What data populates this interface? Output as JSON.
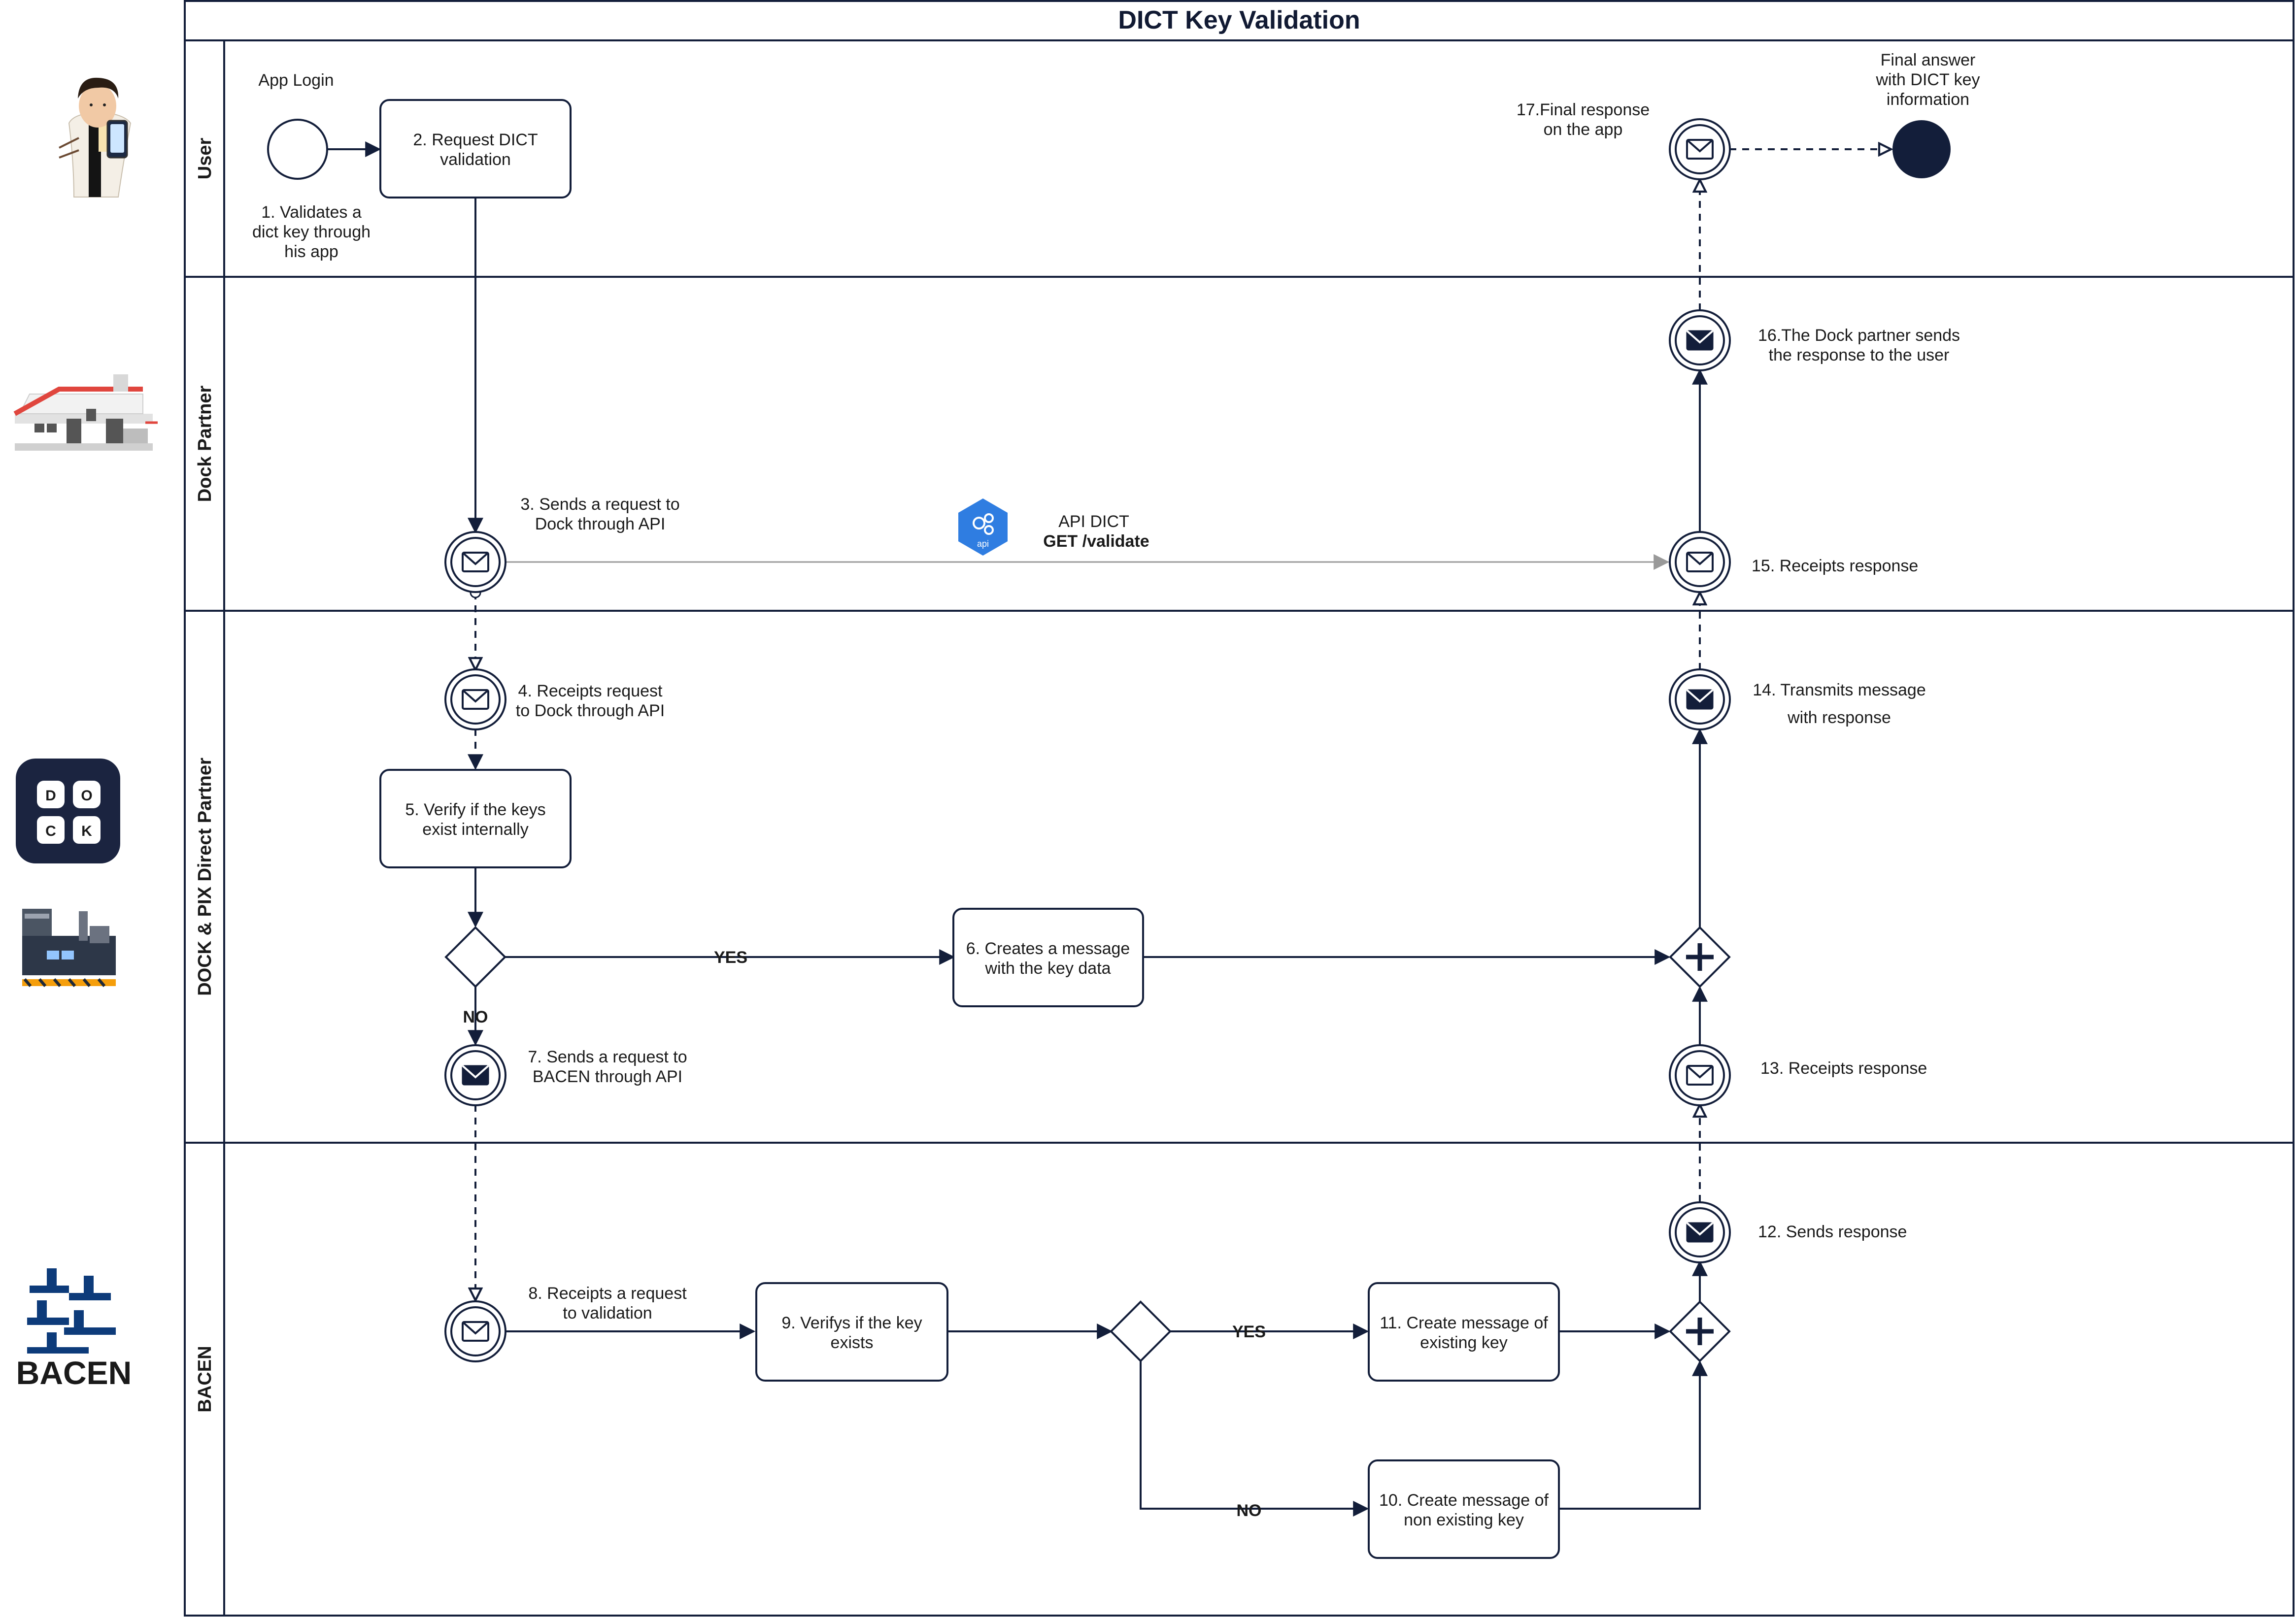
{
  "title": "DICT Key Validation",
  "lanes": [
    {
      "label": "User"
    },
    {
      "label": "Dock Partner"
    },
    {
      "label": "DOCK & PIX Direct Partner"
    },
    {
      "label": "BACEN"
    }
  ],
  "logos": {
    "dock_letters": [
      "D",
      "O",
      "C",
      "K"
    ],
    "bacen_text": "BACEN",
    "api_badge": "api"
  },
  "nodes": {
    "app_login": "App Login",
    "start_note": [
      "1. Validates a",
      "dict key through",
      "his app"
    ],
    "t2": [
      "2. Request DICT",
      "validation"
    ],
    "e3": [
      "3. Sends a request to",
      "Dock through API"
    ],
    "api_label": "API DICT",
    "api_endpoint": "GET /validate",
    "e4": [
      "4. Receipts request",
      "to Dock through API"
    ],
    "t5": [
      "5. Verify if the keys",
      "exist internally"
    ],
    "yes1": "YES",
    "no1": "NO",
    "t6": [
      "6. Creates a message",
      "with the key data"
    ],
    "e7": [
      "7. Sends a request to",
      "BACEN through API"
    ],
    "e8": [
      "8. Receipts a request",
      "to validation"
    ],
    "t9": [
      "9. Verifys if the key",
      "exists"
    ],
    "yes2": "YES",
    "no2": "NO",
    "t10": [
      "10. Create message of",
      "non existing key"
    ],
    "t11": [
      "11. Create message of",
      "existing key"
    ],
    "e12": "12. Sends response",
    "e13": "13. Receipts response",
    "e14": [
      "14. Transmits message",
      "with response"
    ],
    "e15": "15. Receipts response",
    "e16": [
      "16.The Dock partner sends",
      "the response to the user"
    ],
    "e17": [
      "17.Final response",
      "on the app"
    ],
    "end_note": [
      "Final answer",
      "with DICT key",
      "information"
    ]
  },
  "colors": {
    "line": "#131e3a",
    "api_blue": "#2f7de1",
    "bacen_blue": "#0d3b7a",
    "dock_dark": "#1b2440",
    "house_red": "#e0463e"
  }
}
